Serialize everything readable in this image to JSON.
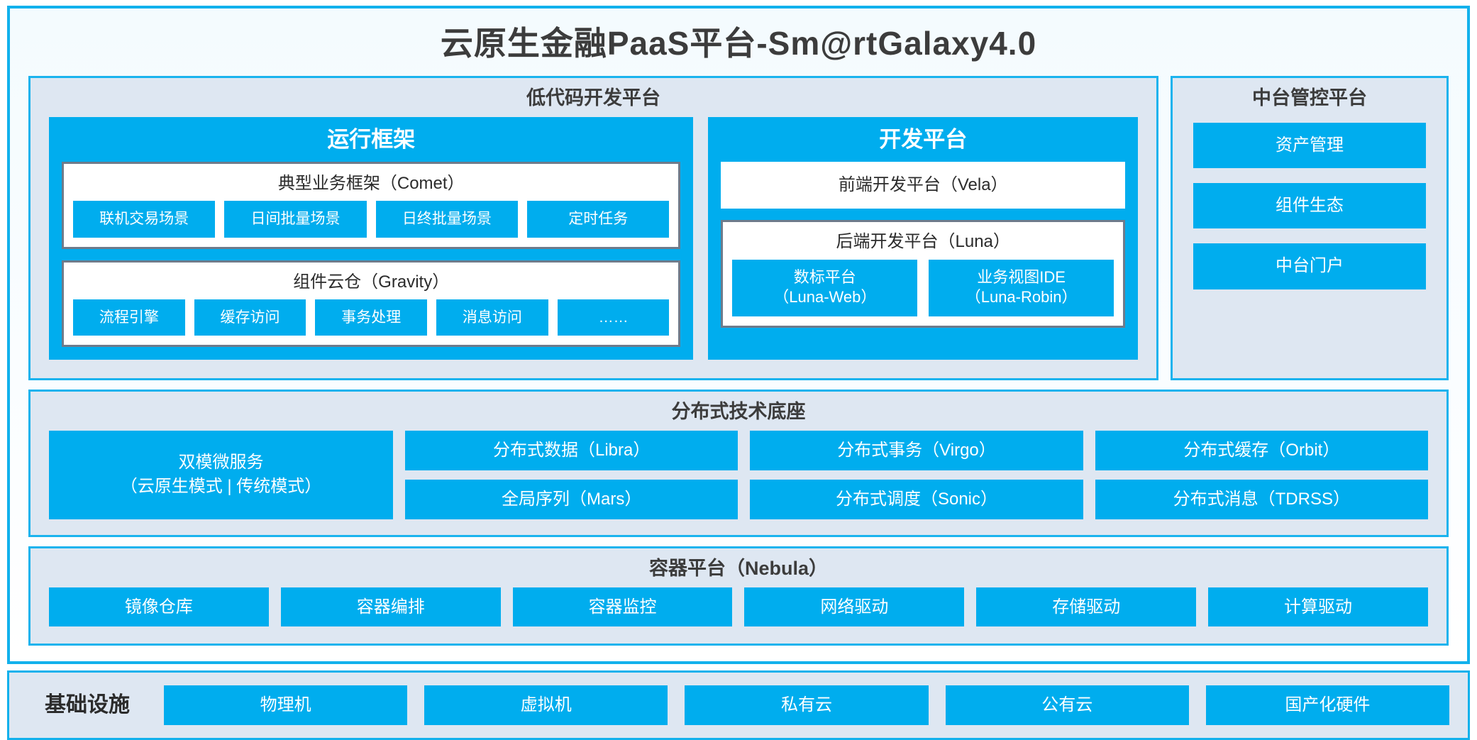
{
  "colors": {
    "accent_blue": "#00ADEE",
    "frame_border": "#12B1EC",
    "panel_bg": "#DEE7F2",
    "inner_border_grey": "#6E7B8B",
    "title_text": "#3C3C3C"
  },
  "title": "云原生金融PaaS平台-Sm@rtGalaxy4.0",
  "lowcode": {
    "title": "低代码开发平台",
    "runtime": {
      "title": "运行框架",
      "comet": {
        "title": "典型业务框架（Comet）",
        "chips": [
          "联机交易场景",
          "日间批量场景",
          "日终批量场景",
          "定时任务"
        ]
      },
      "gravity": {
        "title": "组件云仓（Gravity）",
        "chips": [
          "流程引擎",
          "缓存访问",
          "事务处理",
          "消息访问",
          "……"
        ]
      }
    },
    "devplat": {
      "title": "开发平台",
      "vela": "前端开发平台（Vela）",
      "luna": {
        "title": "后端开发平台（Luna）",
        "chips": [
          {
            "name": "数标平台",
            "code": "（Luna-Web）"
          },
          {
            "name": "业务视图IDE",
            "code": "（Luna-Robin）"
          }
        ]
      }
    }
  },
  "management": {
    "title": "中台管控平台",
    "items": [
      "资产管理",
      "组件生态",
      "中台门户"
    ]
  },
  "base": {
    "title": "分布式技术底座",
    "wide": {
      "line1": "双模微服务",
      "line2": "（云原生模式 | 传统模式）"
    },
    "columns": [
      [
        "分布式数据（Libra）",
        "全局序列（Mars）"
      ],
      [
        "分布式事务（Virgo）",
        "分布式调度（Sonic）"
      ],
      [
        "分布式缓存（Orbit）",
        "分布式消息（TDRSS）"
      ]
    ]
  },
  "container": {
    "title": "容器平台（Nebula）",
    "items": [
      "镜像仓库",
      "容器编排",
      "容器监控",
      "网络驱动",
      "存储驱动",
      "计算驱动"
    ]
  },
  "infrastructure": {
    "label": "基础设施",
    "items": [
      "物理机",
      "虚拟机",
      "私有云",
      "公有云",
      "国产化硬件"
    ]
  }
}
